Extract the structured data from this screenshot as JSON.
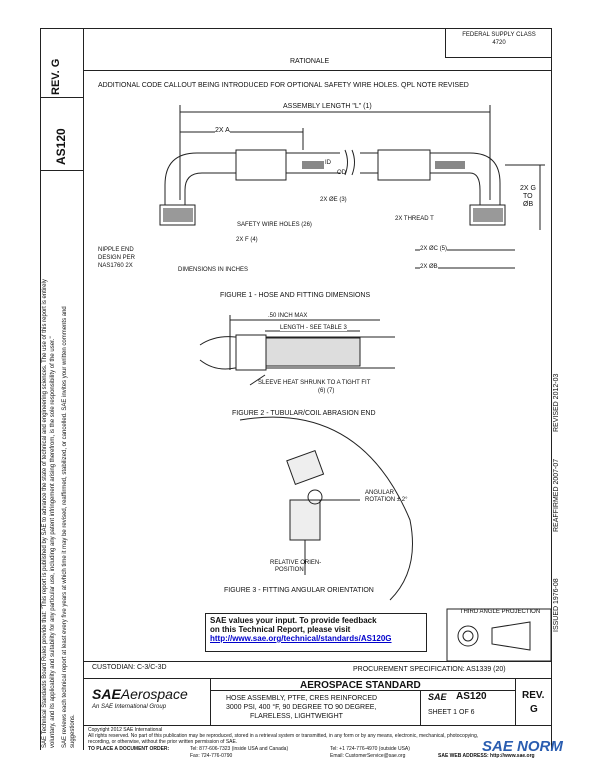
{
  "header": {
    "rev_label": "REV.",
    "rev_value": "G",
    "doc_number": "AS120",
    "revision_note_line1": "FEDERAL SUPPLY CLASS",
    "revision_note_line2": "4720",
    "rationale_title": "RATIONALE",
    "rationale_text": "ADDITIONAL CODE CALLOUT BEING INTRODUCED FOR OPTIONAL SAFETY WIRE HOLES. QPL NOTE REVISED"
  },
  "left_margin": {
    "col1": "SAE Technical Standards Board Rules provide that: \"This report is published by SAE to advance the state of technical and engineering sciences. The use of this report is entirely",
    "col2": "voluntary, and its applicability and suitability for any particular use, including any patent infringement arising therefrom, is the sole responsibility of the user.\"",
    "col3": "SAE reviews each technical report at least every five years at which time it may be revised, reaffirmed, stabilized, or cancelled. SAE invites your written comments and",
    "col4": "suggestions."
  },
  "right_margin": {
    "issued": "ISSUED 1976-08",
    "reaffirmed": "REAFFIRMED 2007-07",
    "revised": "REVISED 2012-03"
  },
  "figure1": {
    "assembly_length": "ASSEMBLY LENGTH \"L\" (1)",
    "two_x_a": "2X A",
    "id": "ID",
    "od": "OD",
    "two_x_g_label": "2X G",
    "to": "TO",
    "phi_b": "ØB",
    "two_x_phi_e": "2X ØE (3)",
    "safety_wire": "SAFETY WIRE HOLES (26)",
    "two_x_f": "2X F (4)",
    "thread": "2X THREAD T",
    "nipple_end": "NIPPLE END",
    "design_per": "DESIGN PER",
    "nas": "NAS1760 2X",
    "two_x_phi_c": "2X ØC (5)",
    "two_x_phi_b": "2X ØB",
    "dimensions": "DIMENSIONS IN INCHES",
    "caption": "FIGURE 1 - HOSE AND FITTING DIMENSIONS"
  },
  "figure2": {
    "max": ".50 INCH MAX",
    "length": "LENGTH - SEE TABLE 3",
    "sleeve": "SLEEVE HEAT SHRUNK TO A TIGHT FIT",
    "note": "(6) (7)",
    "caption": "FIGURE 2 - TUBULAR/COIL ABRASION END"
  },
  "figure3": {
    "angle_line1": "ANGULAR",
    "angle_line2": "ROTATION ± 2°",
    "rel_line1": "RELATIVE ORIEN-",
    "rel_line2": "POSITION",
    "caption": "FIGURE 3 - FITTING ANGULAR ORIENTATION"
  },
  "feedback": {
    "line1": "SAE values your input. To provide feedback",
    "line2": "on this Technical Report, please visit",
    "url": "http://www.sae.org/technical/standards/AS120G"
  },
  "third_angle": "THIRD ANGLE PROJECTION",
  "title_block": {
    "custodian": "CUSTODIAN: C-3/C-3D",
    "procurement": "PROCUREMENT SPECIFICATION: AS1339 (20)",
    "standard": "AEROSPACE STANDARD",
    "logo_sae": "SAE",
    "logo_aero": "Aerospace",
    "logo_sub": "An SAE International Group",
    "desc1": "HOSE ASSEMBLY, PTFE, CRES REINFORCED",
    "desc2": "3000 PSI, 400 °F, 90 DEGREE TO 90 DEGREE,",
    "desc3": "FLARELESS, LIGHTWEIGHT",
    "sae": "SAE",
    "as": "AS120",
    "sheet": "SHEET 1 OF 6",
    "rev_label": "REV.",
    "rev_value": "G"
  },
  "footer": {
    "copyright": "Copyright 2012 SAE International",
    "rights1": "All rights reserved. No part of this publication may be reproduced, stored in a retrieval system or transmitted, in any form or by any means, electronic, mechanical, photocopying,",
    "rights2": "recording, or otherwise, without the prior written permission of SAE.",
    "to_place": "TO PLACE A DOCUMENT ORDER:",
    "tel1": "Tel: 877-606-7323 (inside USA and Canada)",
    "tel2": "Tel: +1 724-776-4970 (outside USA)",
    "fax": "Fax: 724-776-0790",
    "email": "Email: CustomerService@sae.org",
    "web": "SAE WEB ADDRESS:   http://www.sae.org",
    "watermark": "SAE NORM"
  }
}
